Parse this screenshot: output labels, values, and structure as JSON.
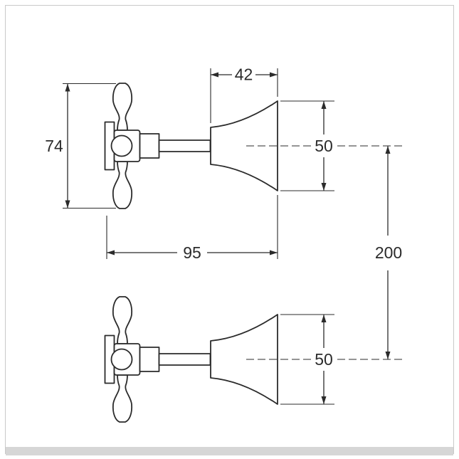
{
  "colors": {
    "line_color": "#2b2b2b",
    "background": "#ffffff",
    "frame_border": "#c9c9c9",
    "footer_band": "#d6d6d6"
  },
  "diagram": {
    "kind": "technical-dimension-drawing",
    "dimensions": {
      "cone_width": "42",
      "handle_height": "74",
      "top_cone_diameter": "50",
      "handle_to_cone_face": "95",
      "centre_to_centre": "200",
      "bottom_cone_diameter": "50"
    }
  }
}
